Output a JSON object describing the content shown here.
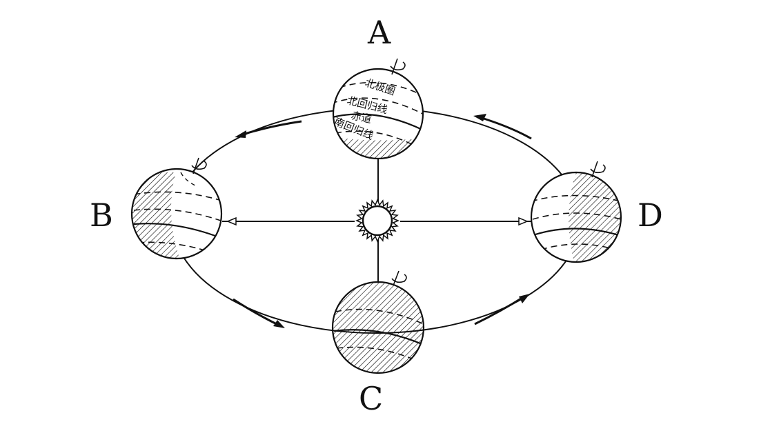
{
  "positions": {
    "a": "A",
    "b": "B",
    "c": "C",
    "d": "D"
  },
  "lines": {
    "arctic_circle": "北极圈",
    "tropic_of_cancer": "北回归线",
    "equator": "赤道",
    "tropic_of_capricorn": "南回归线"
  },
  "colors": {
    "ink": "#111111",
    "background": "#ffffff"
  }
}
